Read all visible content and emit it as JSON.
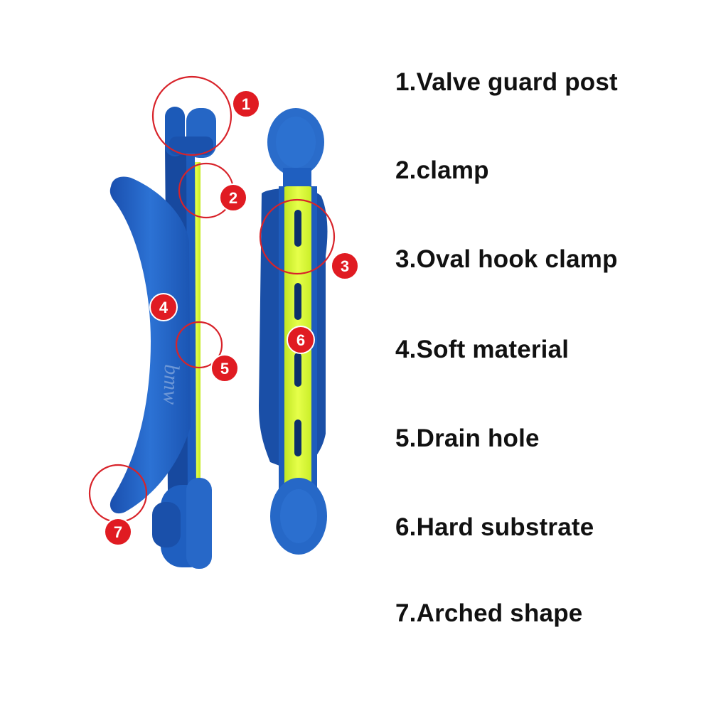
{
  "legend": {
    "items": [
      "1.Valve guard post",
      "2.clamp",
      "3.Oval hook clamp",
      "4.Soft material",
      "5.Drain hole",
      "6.Hard substrate",
      "7.Arched shape"
    ]
  },
  "figure": {
    "brand_mark": "bmw",
    "callouts": [
      "1",
      "2",
      "3",
      "4",
      "5",
      "6",
      "7"
    ]
  },
  "colors": {
    "body_blue": "#1f5fc0",
    "body_blue_dark": "#13418f",
    "strip_yellow": "#d9f531",
    "badge_red": "#e01b22",
    "ring_red": "#d8232a",
    "text": "#111111"
  }
}
